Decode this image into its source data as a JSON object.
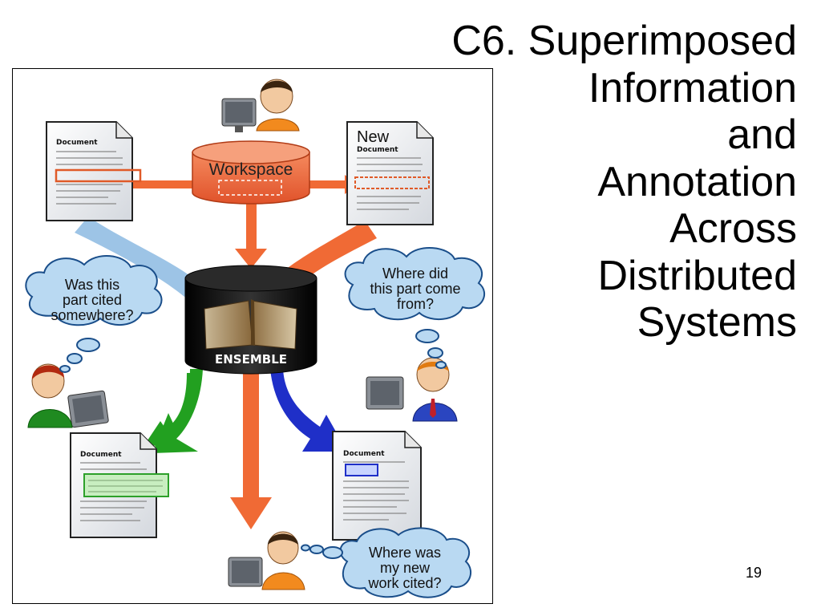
{
  "slide": {
    "title_lines": [
      "C6. Superimposed",
      "Information",
      "and",
      "Annotation",
      "Across",
      "Distributed",
      "Systems"
    ],
    "page_number": "19"
  },
  "diagram": {
    "workspace_label": "Workspace",
    "ensemble_label": "ENSEMBLE",
    "doc_top_left": {
      "title": "Document"
    },
    "doc_top_right": {
      "title_new": "New",
      "title": "Document"
    },
    "doc_bottom_left": {
      "title": "Document"
    },
    "doc_bottom_right": {
      "title": "Document"
    },
    "bubble_left": [
      "Was this",
      "part cited",
      "somewhere?"
    ],
    "bubble_right": [
      "Where did",
      "this part come",
      "from?"
    ],
    "bubble_bottom": [
      "Where was",
      "my new",
      "work cited?"
    ],
    "colors": {
      "orange_arrow": "#f06a35",
      "blue_arrow": "#1f2fc8",
      "green_arrow": "#22a020",
      "light_blue_arrow": "#9dc4e6",
      "cloud_fill": "#b9d9f2",
      "cylinder": "#1a1a1a"
    }
  }
}
